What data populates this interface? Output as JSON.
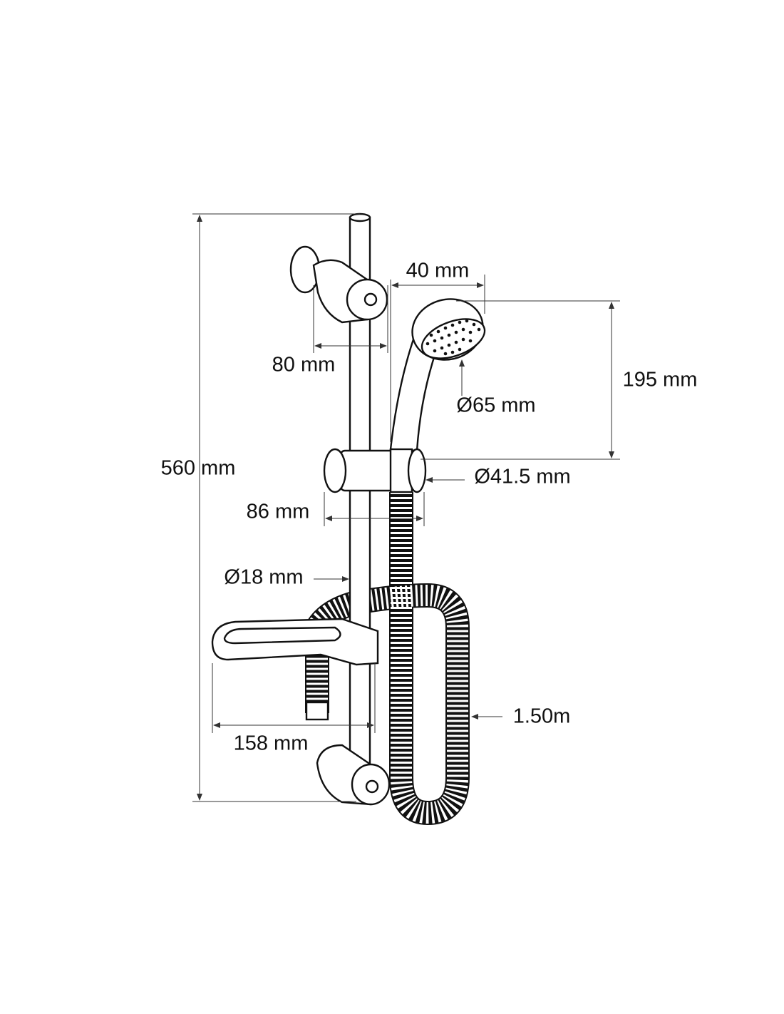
{
  "title": "Shower rail set dimensions",
  "dimensions": {
    "rail_height": "560 mm",
    "wall_bracket_depth": "80 mm",
    "handset_offset": "40 mm",
    "handset_length": "195 mm",
    "handset_head_diameter": "Ø65 mm",
    "slider_diameter": "Ø41.5 mm",
    "slider_width": "86 mm",
    "rail_diameter": "Ø18 mm",
    "soap_dish_depth": "158 mm",
    "hose_length": "1.50m"
  },
  "colors": {
    "line": "#111111",
    "background": "#ffffff"
  }
}
